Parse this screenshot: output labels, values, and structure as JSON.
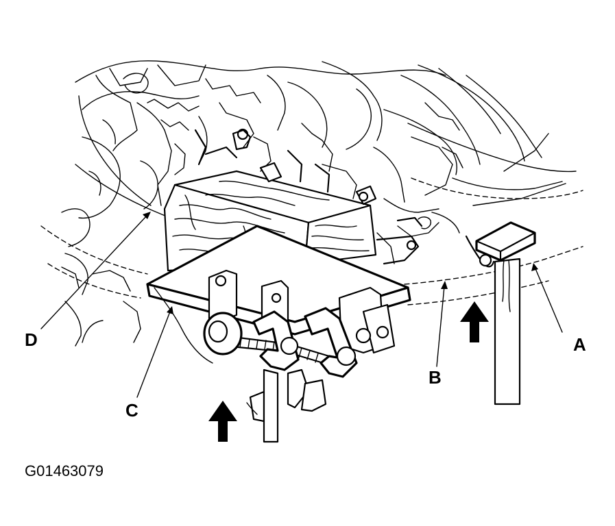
{
  "callouts": [
    {
      "id": "A",
      "text": "A"
    },
    {
      "id": "B",
      "text": "B"
    },
    {
      "id": "C",
      "text": "C"
    },
    {
      "id": "D",
      "text": "D"
    }
  ],
  "figure_code": "G01463079"
}
